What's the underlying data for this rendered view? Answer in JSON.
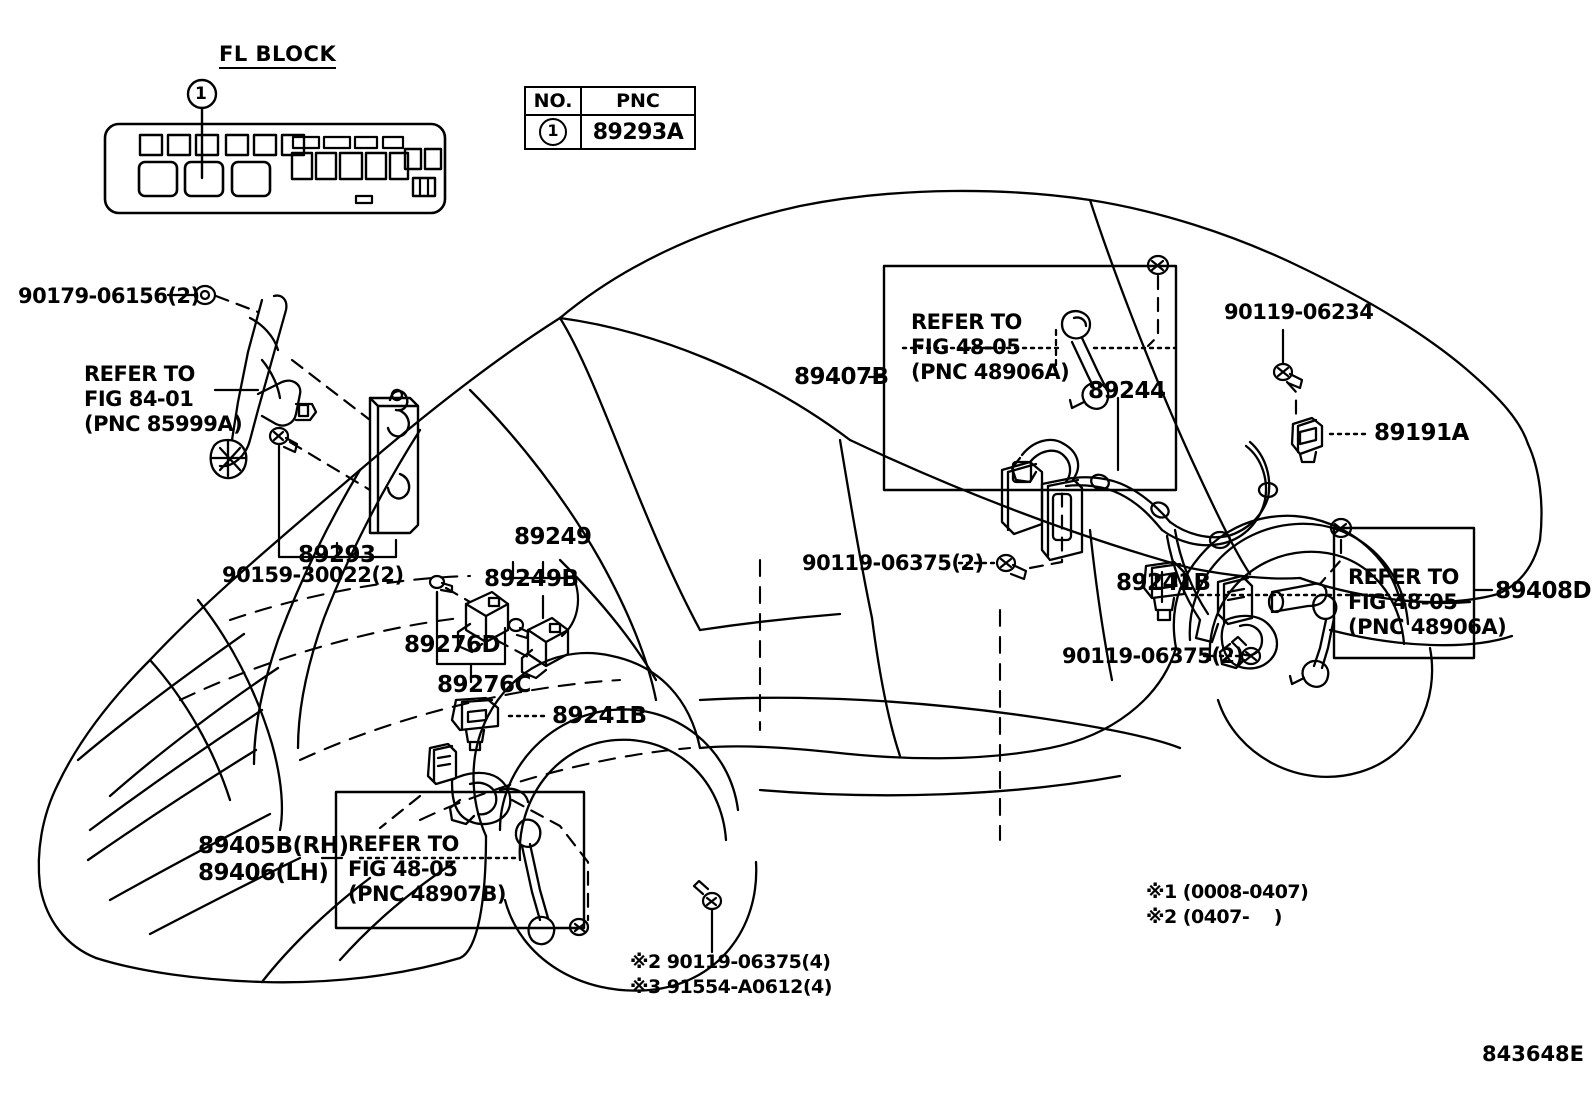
{
  "diagram": {
    "drawing_number": "843648E",
    "fl_block_title": "FL BLOCK",
    "fl_block_callout": "1"
  },
  "pnc_table": {
    "header_no": "NO.",
    "header_pnc": "PNC",
    "rows": [
      {
        "no": "1",
        "pnc": "89293A"
      }
    ]
  },
  "labels": {
    "bolt_90179": "90179-06156(2)",
    "refer_84_01": "REFER TO\nFIG 84-01\n(PNC 85999A)",
    "bolt_90159": "90159-30022(2)",
    "part_89293": "89293",
    "part_89249": "89249",
    "part_89249B": "89249B",
    "part_89276D": "89276D",
    "part_89276C": "89276C",
    "part_89241B_front": "89241B",
    "part_89405B_89406": "89405B(RH)\n89406(LH)",
    "refer_48_05_front": "REFER TO\nFIG 48-05\n(PNC 48907B)",
    "part_89407B": "89407B",
    "refer_48_05_rear_upper": "REFER TO\nFIG 48-05\n(PNC 48906A)",
    "part_89244": "89244",
    "bolt_90119_06234": "90119-06234",
    "part_89191A": "89191A",
    "bolt_90119_06375_a": "90119-06375(2)",
    "part_89241B_rear": "89241B",
    "bolt_90119_06375_b": "90119-06375(2)",
    "refer_48_05_rear_lower": "REFER TO\nFIG 48-05\n(PNC 48906A)",
    "part_89408D": "89408D"
  },
  "notes": {
    "bottom_left": "※2 90119-06375(4)\n※3 91554-A0612(4)",
    "bottom_right": "※1 (0008-0407)\n※2 (0407-    )"
  }
}
